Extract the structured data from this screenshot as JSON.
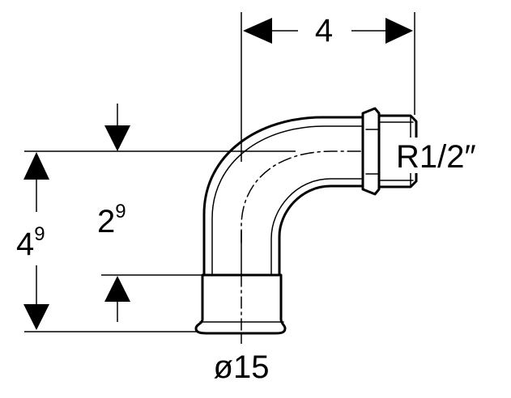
{
  "dimensions": {
    "top_width": "4",
    "upper_offset": {
      "base": "2",
      "sup": "9"
    },
    "total_height": {
      "base": "4",
      "sup": "9"
    },
    "thread": "R1/2″",
    "diameter": "ø15"
  },
  "colors": {
    "line": "#000000",
    "background": "#ffffff"
  }
}
